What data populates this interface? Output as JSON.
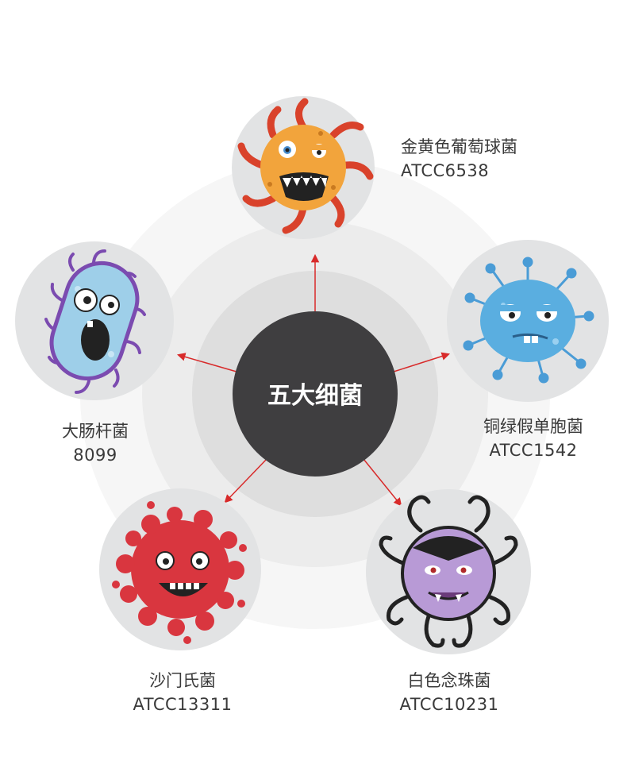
{
  "center_title": "五大细菌",
  "bacteria": [
    {
      "id": "staph",
      "name": "金黄色葡萄球菌",
      "code": "ATCC6538",
      "body_color": "#f2a43c",
      "spike_color": "#d9422b"
    },
    {
      "id": "pseudo",
      "name": "铜绿假单胞菌",
      "code": "ATCC1542",
      "body_color": "#5aaee0",
      "spike_color": "#4a9cd6"
    },
    {
      "id": "ecoli",
      "name": "大肠杆菌",
      "code": "8099",
      "body_color": "#9ecfe9",
      "spike_color": "#7b4bb0"
    },
    {
      "id": "salm",
      "name": "沙门氏菌",
      "code": "ATCC13311",
      "body_color": "#d9363f",
      "spike_color": "#d9363f"
    },
    {
      "id": "candida",
      "name": "白色念珠菌",
      "code": "ATCC10231",
      "body_color": "#b89ad6",
      "spike_color": "#222222"
    }
  ],
  "colors": {
    "arrow": "#d82a2a",
    "center_fill": "#3f3e40",
    "ring_inner": "#dedede",
    "ring_mid": "#ececec",
    "ring_outer": "#f6f6f6",
    "node_fill": "#e2e3e4"
  }
}
